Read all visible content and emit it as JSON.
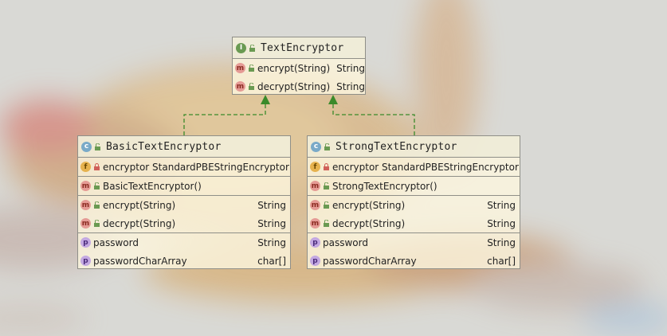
{
  "interface": {
    "name": "TextEncryptor",
    "methods": [
      {
        "name": "encrypt(String)",
        "type": "String"
      },
      {
        "name": "decrypt(String)",
        "type": "String"
      }
    ]
  },
  "classes": [
    {
      "name": "BasicTextEncryptor",
      "field": "encryptor StandardPBEStringEncryptor",
      "constructor": "BasicTextEncryptor()",
      "methods": [
        {
          "name": "encrypt(String)",
          "type": "String"
        },
        {
          "name": "decrypt(String)",
          "type": "String"
        }
      ],
      "properties": [
        {
          "name": "password",
          "type": "String"
        },
        {
          "name": "passwordCharArray",
          "type": "char[]"
        }
      ]
    },
    {
      "name": "StrongTextEncryptor",
      "field": "encryptor StandardPBEStringEncryptor",
      "constructor": "StrongTextEncryptor()",
      "methods": [
        {
          "name": "encrypt(String)",
          "type": "String"
        },
        {
          "name": "decrypt(String)",
          "type": "String"
        }
      ],
      "properties": [
        {
          "name": "password",
          "type": "String"
        },
        {
          "name": "passwordCharArray",
          "type": "char[]"
        }
      ]
    }
  ],
  "badges": {
    "interface": "I",
    "class": "c",
    "method": "m",
    "field": "f",
    "property": "p"
  },
  "colors": {
    "arrow": "#3a8a2a",
    "border": "#8f8f88",
    "box_fill": "#fcf6de"
  }
}
